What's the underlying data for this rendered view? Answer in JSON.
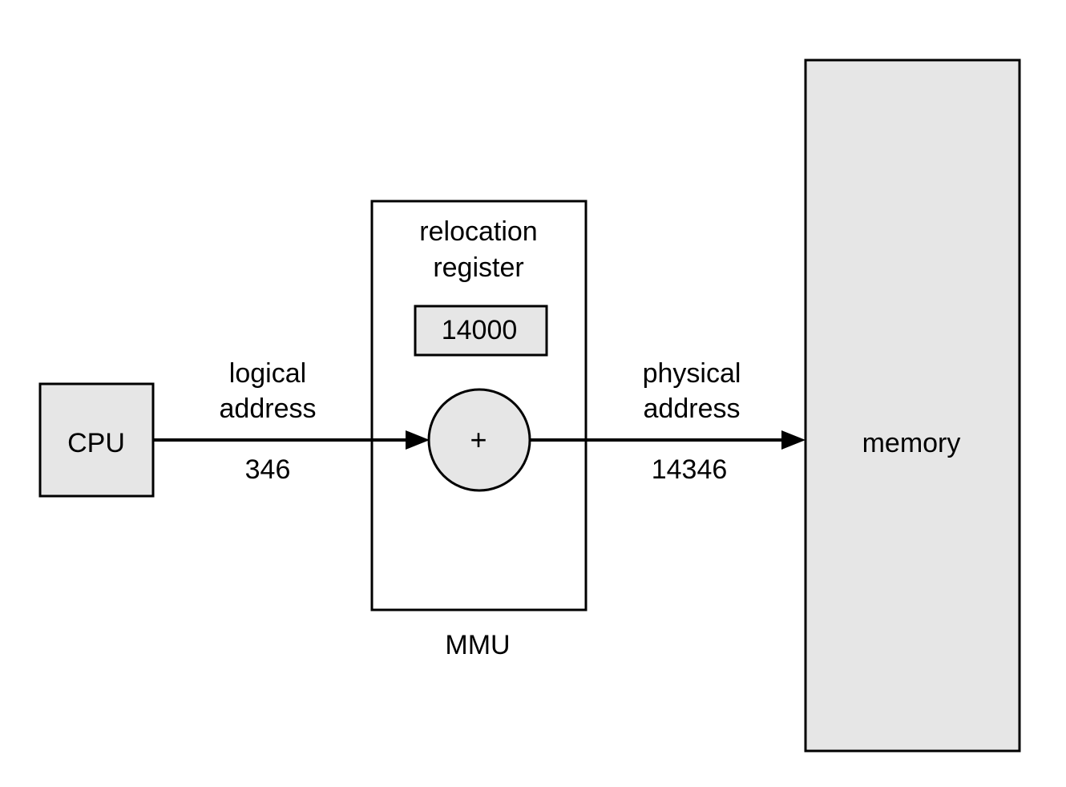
{
  "cpu": {
    "label": "CPU"
  },
  "logical_address": {
    "label_line1": "logical",
    "label_line2": "address",
    "value": "346"
  },
  "mmu": {
    "label": "MMU",
    "relocation_register": {
      "label_line1": "relocation",
      "label_line2": "register",
      "value": "14000"
    },
    "adder": {
      "symbol": "+"
    }
  },
  "physical_address": {
    "label_line1": "physical",
    "label_line2": "address",
    "value": "14346"
  },
  "memory": {
    "label": "memory"
  },
  "colors": {
    "fill": "#e6e6e6",
    "stroke": "#000000",
    "background": "#ffffff"
  }
}
